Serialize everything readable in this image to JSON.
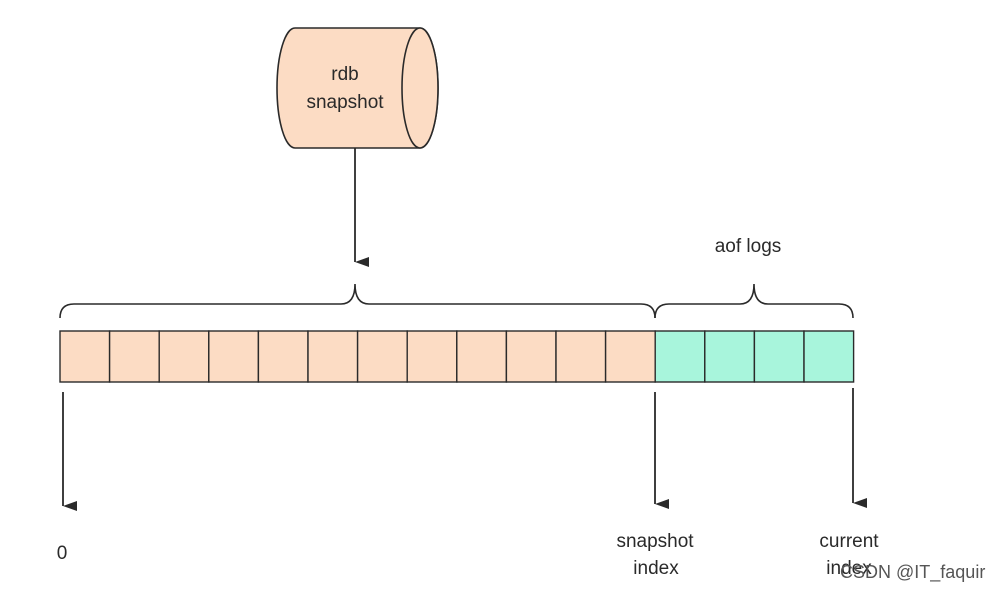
{
  "cylinder": {
    "line1": "rdb",
    "line2": "snapshot"
  },
  "brace_label": "aof logs",
  "cells": {
    "snapshot_count": 12,
    "aof_count": 4
  },
  "colors": {
    "snapshot": "#fcdcc4",
    "aof": "#a8f5dc",
    "stroke": "#2a2a2a"
  },
  "labels": {
    "start": "0",
    "snapshot_index_1": "snapshot",
    "snapshot_index_2": "index",
    "current_index_1": "current",
    "current_index_2": "index"
  },
  "watermark": "CSDN @IT_faquir"
}
